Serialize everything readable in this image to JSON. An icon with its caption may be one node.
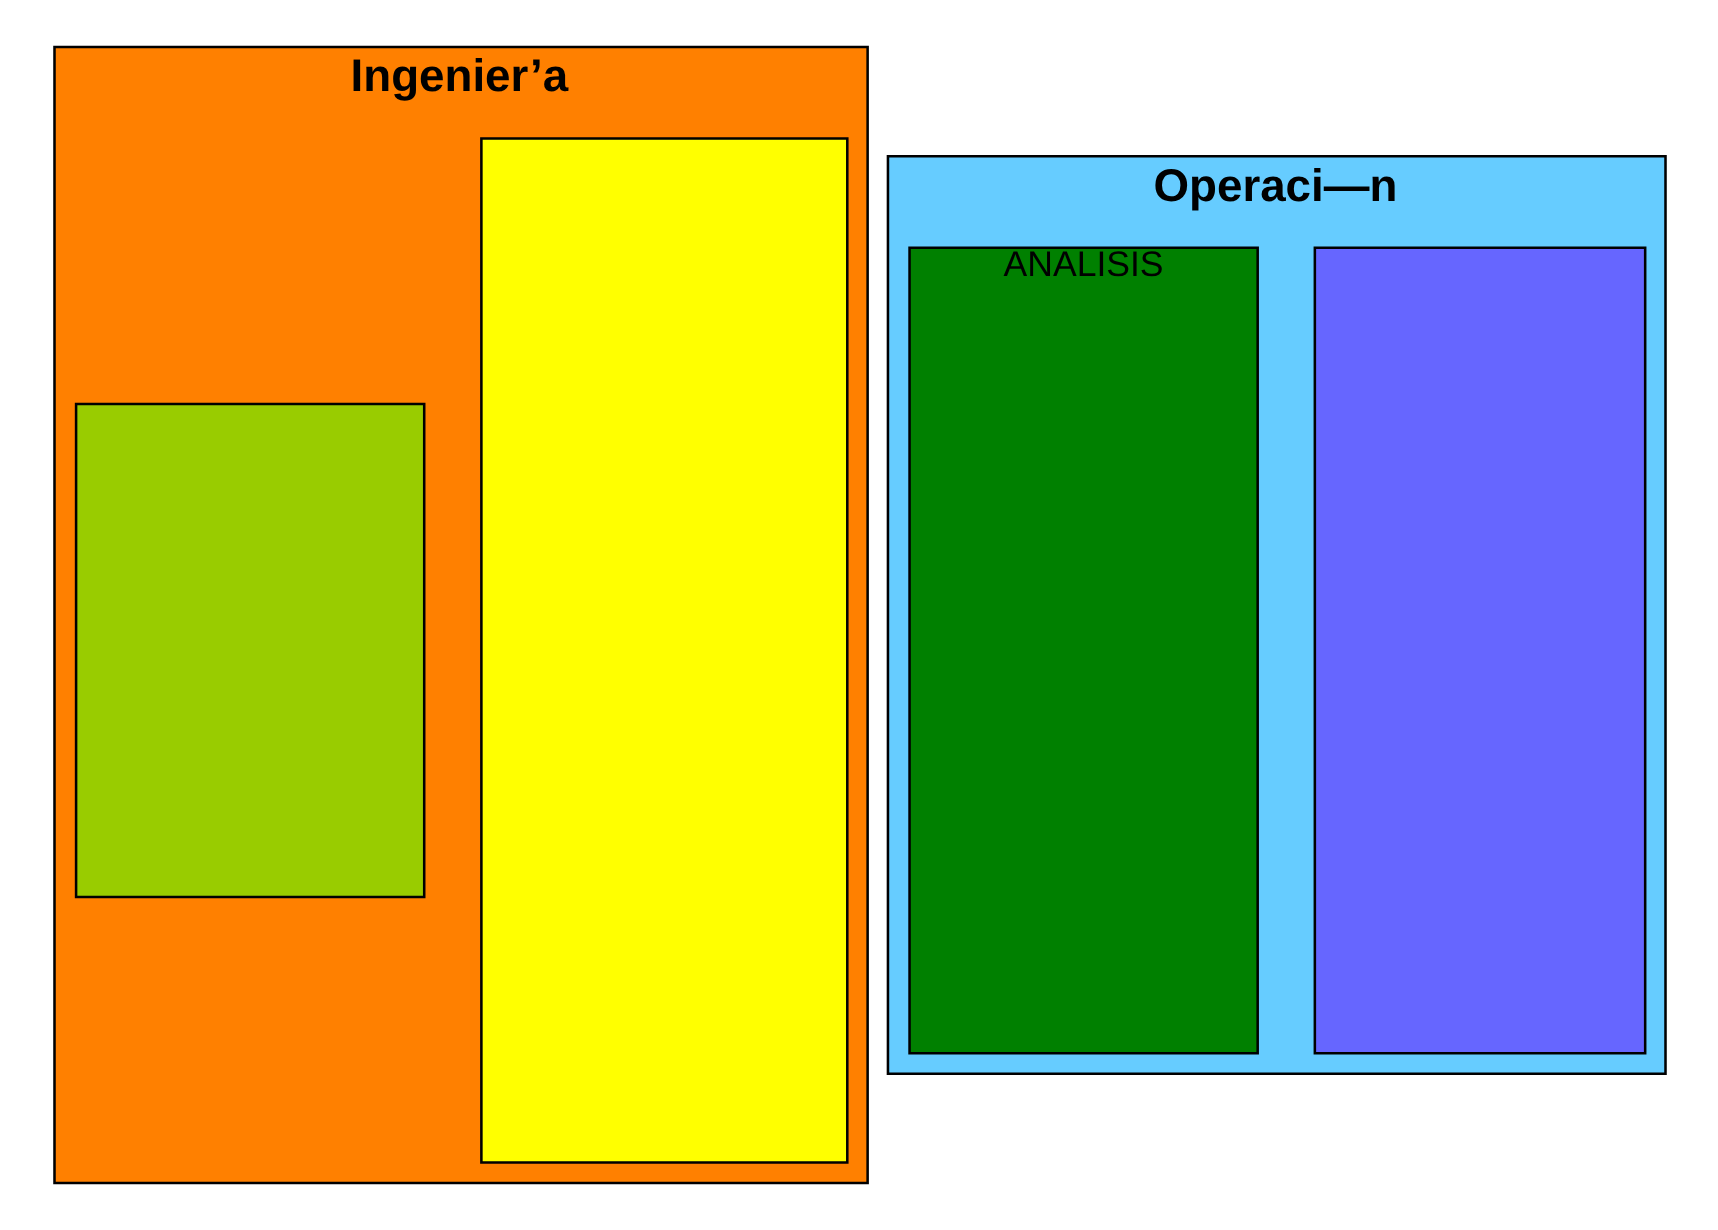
{
  "diagram": {
    "nodes": [
      {
        "text": [
          "Ingenier’a"
        ]
      },
      {
        "text": [],
        "shape": "box",
        "in": 0
      },
      {
        "text": [],
        "shape": "box",
        "in": 0
      },
      {
        "text": [
          "Operaci—n"
        ]
      },
      {
        "text": [],
        "shape": "box",
        "in": 3
      },
      {
        "text": [
          "ANALISIS"
        ],
        "in": 3
      }
    ]
  }
}
